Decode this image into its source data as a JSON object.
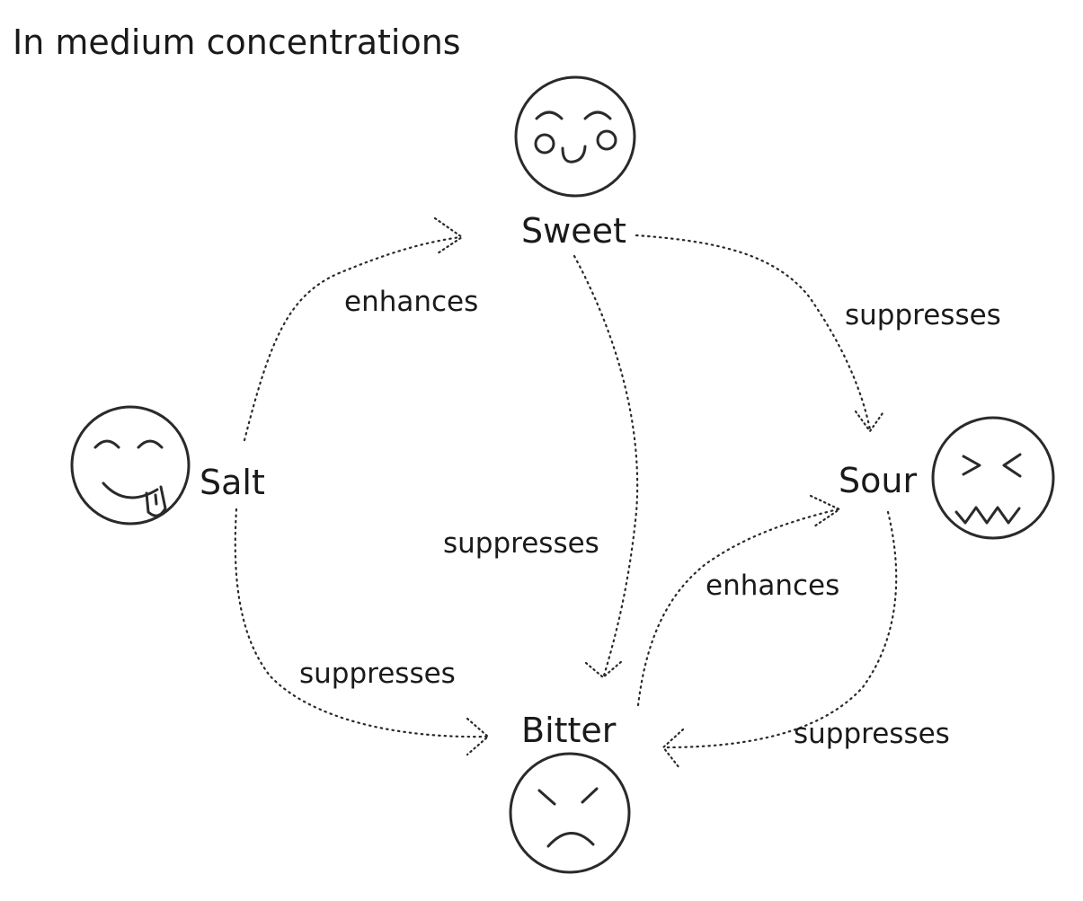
{
  "title": "In medium concentrations",
  "nodes": {
    "sweet": {
      "label": "Sweet"
    },
    "salt": {
      "label": "Salt"
    },
    "sour": {
      "label": "Sour"
    },
    "bitter": {
      "label": "Bitter"
    }
  },
  "edges": {
    "salt_sweet": {
      "from": "Salt",
      "to": "Sweet",
      "label": "enhances"
    },
    "sweet_sour": {
      "from": "Sweet",
      "to": "Sour",
      "label": "suppresses"
    },
    "sweet_bitter": {
      "from": "Sweet",
      "to": "Bitter",
      "label": "suppresses"
    },
    "salt_bitter": {
      "from": "Salt",
      "to": "Bitter",
      "label": "suppresses"
    },
    "bitter_sour": {
      "from": "Bitter",
      "to": "Sour",
      "label": "enhances"
    },
    "sour_bitter": {
      "from": "Sour",
      "to": "Bitter",
      "label": "suppresses"
    }
  }
}
